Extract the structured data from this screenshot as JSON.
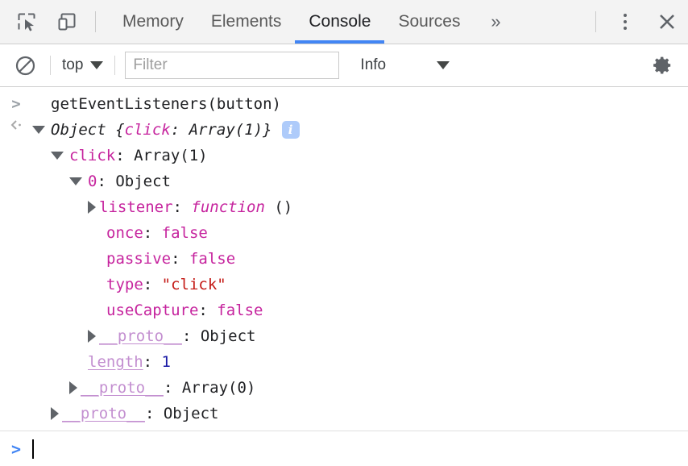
{
  "tabbar": {
    "inspect_icon": "inspect-element-icon",
    "device_icon": "device-toolbar-icon",
    "tabs": [
      {
        "label": "Memory",
        "active": false
      },
      {
        "label": "Elements",
        "active": false
      },
      {
        "label": "Console",
        "active": true
      },
      {
        "label": "Sources",
        "active": false
      }
    ],
    "more_tabs": "»",
    "kebab_icon": "more-options-icon",
    "close_icon": "close-icon",
    "active_underline_color": "#4285f4"
  },
  "filterbar": {
    "clear_icon": "clear-console-icon",
    "context": "top",
    "context_caret": "chevron-down-icon",
    "filter_placeholder": "Filter",
    "filter_value": "",
    "level": "Info",
    "level_caret": "chevron-down-icon",
    "settings_icon": "gear-icon"
  },
  "console": {
    "rows": [
      {
        "gutter": "input-chevron",
        "indent": 0,
        "triangle": "none",
        "tokens": [
          {
            "t": "getEventListeners(button)",
            "c": "t-plain"
          }
        ],
        "badge": false
      },
      {
        "gutter": "output-chevron",
        "indent": 0,
        "triangle": "open",
        "tokens": [
          {
            "t": "Object ",
            "c": "t-plain t-italic"
          },
          {
            "t": "{",
            "c": "t-plain t-italic"
          },
          {
            "t": "click",
            "c": "t-name t-italic"
          },
          {
            "t": ": Array(1)}",
            "c": "t-plain t-italic"
          }
        ],
        "badge": true,
        "badge_label": "i"
      },
      {
        "gutter": "",
        "indent": 1,
        "triangle": "open",
        "tokens": [
          {
            "t": "click",
            "c": "t-name"
          },
          {
            "t": ": Array(1)",
            "c": "t-plain"
          }
        ],
        "badge": false
      },
      {
        "gutter": "",
        "indent": 2,
        "triangle": "open",
        "tokens": [
          {
            "t": "0",
            "c": "t-name"
          },
          {
            "t": ": Object",
            "c": "t-plain"
          }
        ],
        "badge": false
      },
      {
        "gutter": "",
        "indent": 3,
        "triangle": "closed",
        "tokens": [
          {
            "t": "listener",
            "c": "t-name"
          },
          {
            "t": ": ",
            "c": "t-plain"
          },
          {
            "t": "function",
            "c": "t-fn"
          },
          {
            "t": " ()",
            "c": "t-plain"
          }
        ],
        "badge": false
      },
      {
        "gutter": "",
        "indent": 3,
        "triangle": "none",
        "tokens": [
          {
            "t": "once",
            "c": "t-name"
          },
          {
            "t": ": ",
            "c": "t-plain"
          },
          {
            "t": "false",
            "c": "t-bool"
          }
        ],
        "badge": false
      },
      {
        "gutter": "",
        "indent": 3,
        "triangle": "none",
        "tokens": [
          {
            "t": "passive",
            "c": "t-name"
          },
          {
            "t": ": ",
            "c": "t-plain"
          },
          {
            "t": "false",
            "c": "t-bool"
          }
        ],
        "badge": false
      },
      {
        "gutter": "",
        "indent": 3,
        "triangle": "none",
        "tokens": [
          {
            "t": "type",
            "c": "t-name"
          },
          {
            "t": ": ",
            "c": "t-plain"
          },
          {
            "t": "\"click\"",
            "c": "t-string"
          }
        ],
        "badge": false
      },
      {
        "gutter": "",
        "indent": 3,
        "triangle": "none",
        "tokens": [
          {
            "t": "useCapture",
            "c": "t-name"
          },
          {
            "t": ": ",
            "c": "t-plain"
          },
          {
            "t": "false",
            "c": "t-bool"
          }
        ],
        "badge": false
      },
      {
        "gutter": "",
        "indent": 3,
        "triangle": "closed",
        "tokens": [
          {
            "t": "__proto__",
            "c": "t-name-d"
          },
          {
            "t": ": Object",
            "c": "t-plain"
          }
        ],
        "badge": false
      },
      {
        "gutter": "",
        "indent": 2,
        "triangle": "none",
        "tokens": [
          {
            "t": "length",
            "c": "t-name-d"
          },
          {
            "t": ": ",
            "c": "t-plain"
          },
          {
            "t": "1",
            "c": "t-num"
          }
        ],
        "badge": false
      },
      {
        "gutter": "",
        "indent": 2,
        "triangle": "closed",
        "tokens": [
          {
            "t": "__proto__",
            "c": "t-name-d"
          },
          {
            "t": ": Array(0)",
            "c": "t-plain"
          }
        ],
        "badge": false
      },
      {
        "gutter": "",
        "indent": 1,
        "triangle": "closed",
        "tokens": [
          {
            "t": "__proto__",
            "c": "t-name-d"
          },
          {
            "t": ": Object",
            "c": "t-plain"
          }
        ],
        "badge": false
      }
    ]
  },
  "prompt": {
    "chevron": ">",
    "value": ""
  },
  "colors": {
    "accent": "#4285f4",
    "property_name": "#c6249e",
    "string": "#c41a16",
    "number": "#1a1aa6",
    "non_enumerable": "#c38fd0",
    "badge_bg": "#aecbfa"
  }
}
